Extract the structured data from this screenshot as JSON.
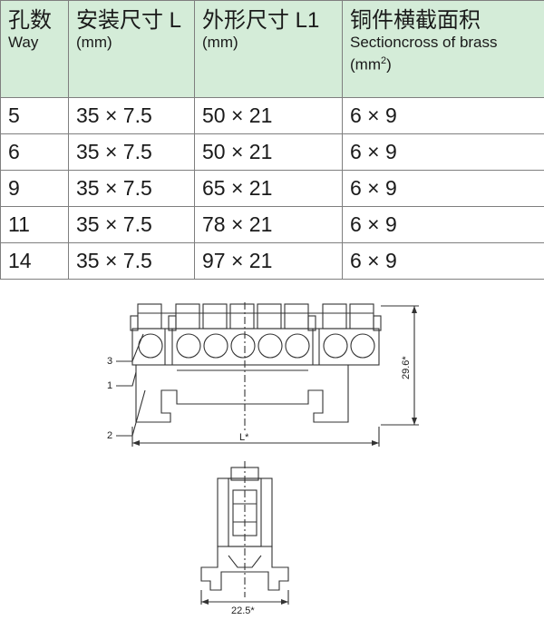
{
  "table": {
    "headers": [
      {
        "cn": "孔数",
        "en": "Way"
      },
      {
        "cn": "安装尺寸 L",
        "en": "(mm)"
      },
      {
        "cn": "外形尺寸 L1",
        "en": "(mm)"
      },
      {
        "cn": "铜件横截面积",
        "en": "Sectioncross of brass",
        "en2_base": "(mm",
        "en2_sup": "2",
        "en2_end": ")"
      }
    ],
    "rows": [
      [
        "5",
        "35 × 7.5",
        "50 × 21",
        "6 × 9"
      ],
      [
        "6",
        "35 × 7.5",
        "50 × 21",
        "6 × 9"
      ],
      [
        "9",
        "35 × 7.5",
        "65 × 21",
        "6 × 9"
      ],
      [
        "11",
        "35 × 7.5",
        "78 × 21",
        "6 × 9"
      ],
      [
        "14",
        "35 × 7.5",
        "97 × 21",
        "6 × 9"
      ]
    ]
  },
  "drawing": {
    "labels": {
      "part3": "3",
      "part1": "1",
      "part2": "2",
      "length": "L*",
      "height": "29.6*",
      "width": "22.5*"
    }
  },
  "colors": {
    "header_bg": "#d4ecd8",
    "border": "#7f7f7f",
    "line": "#333333"
  }
}
